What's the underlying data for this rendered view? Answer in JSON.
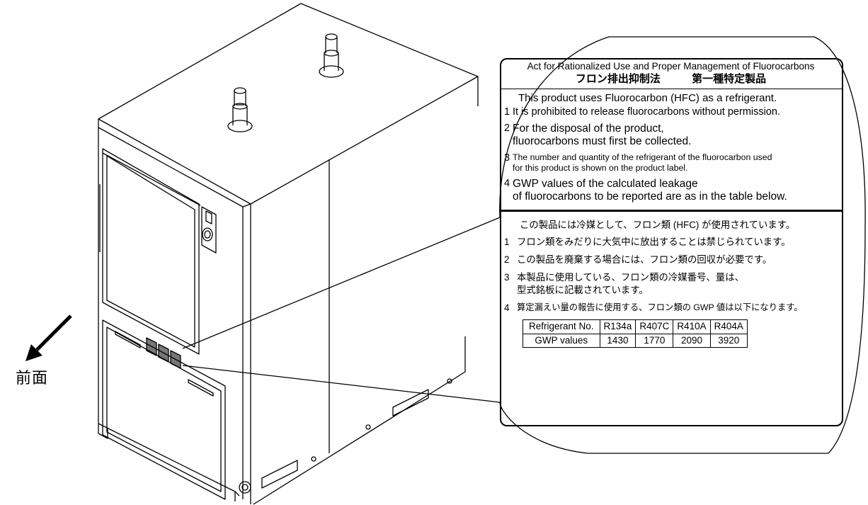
{
  "front_label": "前面",
  "card": {
    "header_en": "Act for Rationalized Use and Proper Management of Fluorocarbons",
    "header_ja_left": "フロン排出抑制法",
    "header_ja_right": "第一種特定製品",
    "intro_en": "This product uses Fluorocarbon (HFC) as a refrigerant.",
    "items_en": [
      {
        "num": "1",
        "text": "It is prohibited to release fluorocarbons without permission."
      },
      {
        "num": "2",
        "text": "For the disposal of the product,\nfluorocarbons must first be collected."
      },
      {
        "num": "3",
        "text": "The number and quantity of the refrigerant of the fluorocarbon used\nfor this product is shown on the product label."
      },
      {
        "num": "4",
        "text": "GWP values of the calculated leakage\nof fluorocarbons to be reported are as in the table below."
      }
    ],
    "intro_ja": "この製品には冷媒として、フロン類 (HFC) が使用されています。",
    "items_ja": [
      {
        "num": "1",
        "text": "フロン類をみだりに大気中に放出することは禁じられています。"
      },
      {
        "num": "2",
        "text": "この製品を廃棄する場合には、フロン類の回収が必要です。"
      },
      {
        "num": "3",
        "text": "本製品に使用している、フロン類の冷媒番号、量は、\n型式銘板に記載されています。"
      },
      {
        "num": "4",
        "text": "算定漏えい量の報告に使用する、フロン類の GWP 値は以下になります。"
      }
    ],
    "table": {
      "header": [
        "Refrigerant No.",
        "R134a",
        "R407C",
        "R410A",
        "R404A"
      ],
      "row": [
        "GWP values",
        "1430",
        "1770",
        "2090",
        "3920"
      ]
    }
  }
}
